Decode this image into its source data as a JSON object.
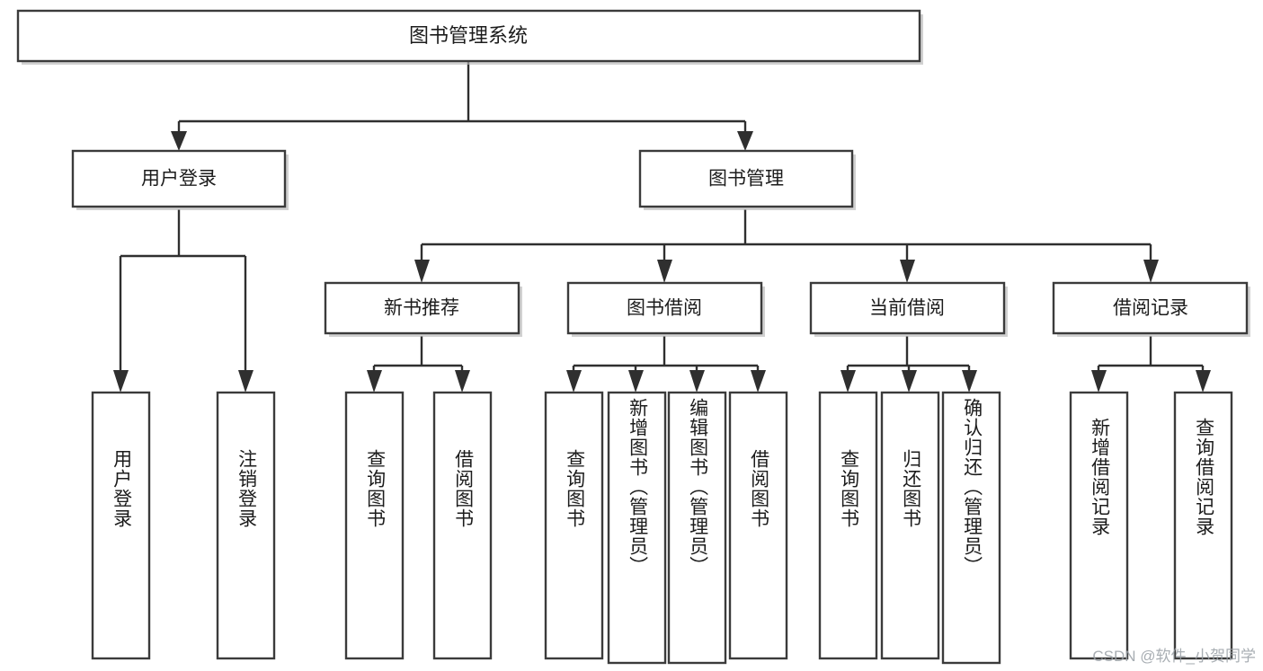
{
  "diagram": {
    "type": "tree-hierarchy",
    "title": "图书管理系统",
    "watermark": "CSDN @软件_小贺同学",
    "colors": {
      "background": "#ffffff",
      "box_stroke": "#3b3b3b",
      "connector": "#2f2f2f",
      "text": "#1c1c1c",
      "watermark": "#9aa0a6"
    },
    "root": {
      "label": "图书管理系统",
      "orientation": "horizontal"
    },
    "level2": [
      {
        "label": "用户登录",
        "orientation": "horizontal"
      },
      {
        "label": "图书管理",
        "orientation": "horizontal"
      }
    ],
    "level3": [
      {
        "label": "新书推荐",
        "orientation": "horizontal",
        "parent": "图书管理"
      },
      {
        "label": "图书借阅",
        "orientation": "horizontal",
        "parent": "图书管理"
      },
      {
        "label": "当前借阅",
        "orientation": "horizontal",
        "parent": "图书管理"
      },
      {
        "label": "借阅记录",
        "orientation": "horizontal",
        "parent": "图书管理"
      }
    ],
    "leaves": {
      "用户登录": [
        {
          "label": "用户登录",
          "orientation": "vertical"
        },
        {
          "label": "注销登录",
          "orientation": "vertical"
        }
      ],
      "新书推荐": [
        {
          "label": "查询图书",
          "orientation": "vertical"
        },
        {
          "label": "借阅图书",
          "orientation": "vertical"
        }
      ],
      "图书借阅": [
        {
          "label": "查询图书",
          "orientation": "vertical"
        },
        {
          "label": "新增图书（管理员）",
          "orientation": "vertical"
        },
        {
          "label": "编辑图书（管理员）",
          "orientation": "vertical"
        },
        {
          "label": "借阅图书",
          "orientation": "vertical"
        }
      ],
      "当前借阅": [
        {
          "label": "查询图书",
          "orientation": "vertical"
        },
        {
          "label": "归还图书",
          "orientation": "vertical"
        },
        {
          "label": "确认归还（管理员）",
          "orientation": "vertical"
        }
      ],
      "借阅记录": [
        {
          "label": "新增借阅记录",
          "orientation": "vertical"
        },
        {
          "label": "查询借阅记录",
          "orientation": "vertical"
        }
      ]
    },
    "flat_labels": {
      "root": "图书管理系统",
      "n_user_login": "用户登录",
      "n_book_mgmt": "图书管理",
      "n_new_book_rec": "新书推荐",
      "n_book_borrow": "图书借阅",
      "n_current_borrow": "当前借阅",
      "n_borrow_record": "借阅记录",
      "leaf_user_login": "用户登录",
      "leaf_logout": "注销登录",
      "leaf_rec_query": "查询图书",
      "leaf_rec_borrow": "借阅图书",
      "leaf_bb_query": "查询图书",
      "leaf_bb_add": "新增图书（管理员）",
      "leaf_bb_edit": "编辑图书（管理员）",
      "leaf_bb_borrow": "借阅图书",
      "leaf_cb_query": "查询图书",
      "leaf_cb_return": "归还图书",
      "leaf_cb_confirm": "确认归还（管理员）",
      "leaf_br_add": "新增借阅记录",
      "leaf_br_query": "查询借阅记录"
    }
  }
}
